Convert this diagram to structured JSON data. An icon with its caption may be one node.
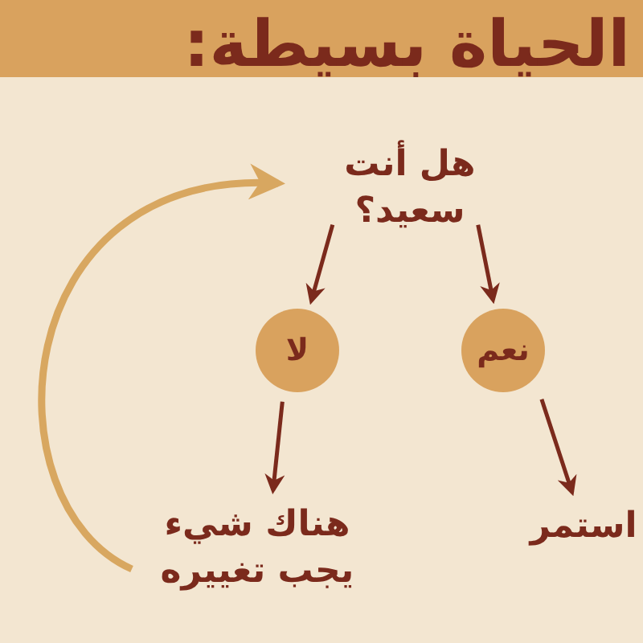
{
  "diagram": {
    "title": "الحياة بسيطة:",
    "nodes": [
      {
        "text": [
          "هل أنت سعيد؟"
        ]
      },
      {
        "text": [
          "نعم"
        ]
      },
      {
        "text": [
          "لا"
        ]
      },
      {
        "text": [
          "استمر"
        ]
      },
      {
        "text": [
          "هناك شيء يجب تغييره"
        ]
      }
    ],
    "edges": [
      {
        "from": 0,
        "to": 1,
        "arrow": "to"
      },
      {
        "from": 0,
        "to": 2,
        "arrow": "to"
      },
      {
        "from": 1,
        "to": 3,
        "arrow": "to"
      },
      {
        "from": 2,
        "to": 4,
        "arrow": "to"
      },
      {
        "from": 4,
        "to": 0,
        "arrow": "to",
        "style": "thick",
        "color": "#d8a760"
      }
    ]
  }
}
